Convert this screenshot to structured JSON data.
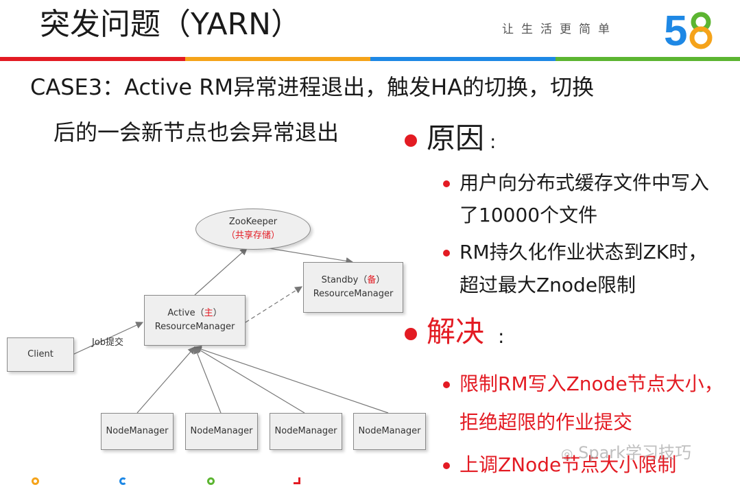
{
  "header": {
    "title": "突发问题（YARN）",
    "slogan": "让生活更简单",
    "logo_text": "58",
    "colors": {
      "red": "#e31b23",
      "orange": "#f5a31a",
      "blue": "#1e88e5",
      "green": "#5cb531"
    }
  },
  "case": {
    "line1": "CASE3：Active RM异常进程退出，触发HA的切换，切换",
    "line2": "后的一会新节点也会异常退出"
  },
  "reason": {
    "heading": "原因",
    "colon": ":",
    "items": [
      {
        "line1": "用户向分布式缓存文件中写入",
        "line2": "了10000个文件"
      },
      {
        "line1": "RM持久化作业状态到ZK时，",
        "line2": "超过最大Znode限制"
      }
    ]
  },
  "solve": {
    "heading": "解决",
    "colon": ":",
    "items": [
      {
        "line1": "限制RM写入Znode节点大小，",
        "line2": "拒绝超限的作业提交"
      },
      {
        "line1": " 上调ZNode节点大小限制"
      }
    ]
  },
  "diagram": {
    "zookeeper": {
      "name": "ZooKeeper",
      "note": "（共享存储）"
    },
    "standby": {
      "name_prefix": "Standby（",
      "tag": "备",
      "name_suffix": "）",
      "sub": "ResourceManager"
    },
    "active": {
      "name_prefix": "Active（",
      "tag": "主",
      "name_suffix": "）",
      "sub": "ResourceManager"
    },
    "client": "Client",
    "edge_label": "Job提交",
    "nodemanagers": [
      "NodeManager",
      "NodeManager",
      "NodeManager",
      "NodeManager"
    ]
  },
  "watermark": "Spark学习技巧"
}
